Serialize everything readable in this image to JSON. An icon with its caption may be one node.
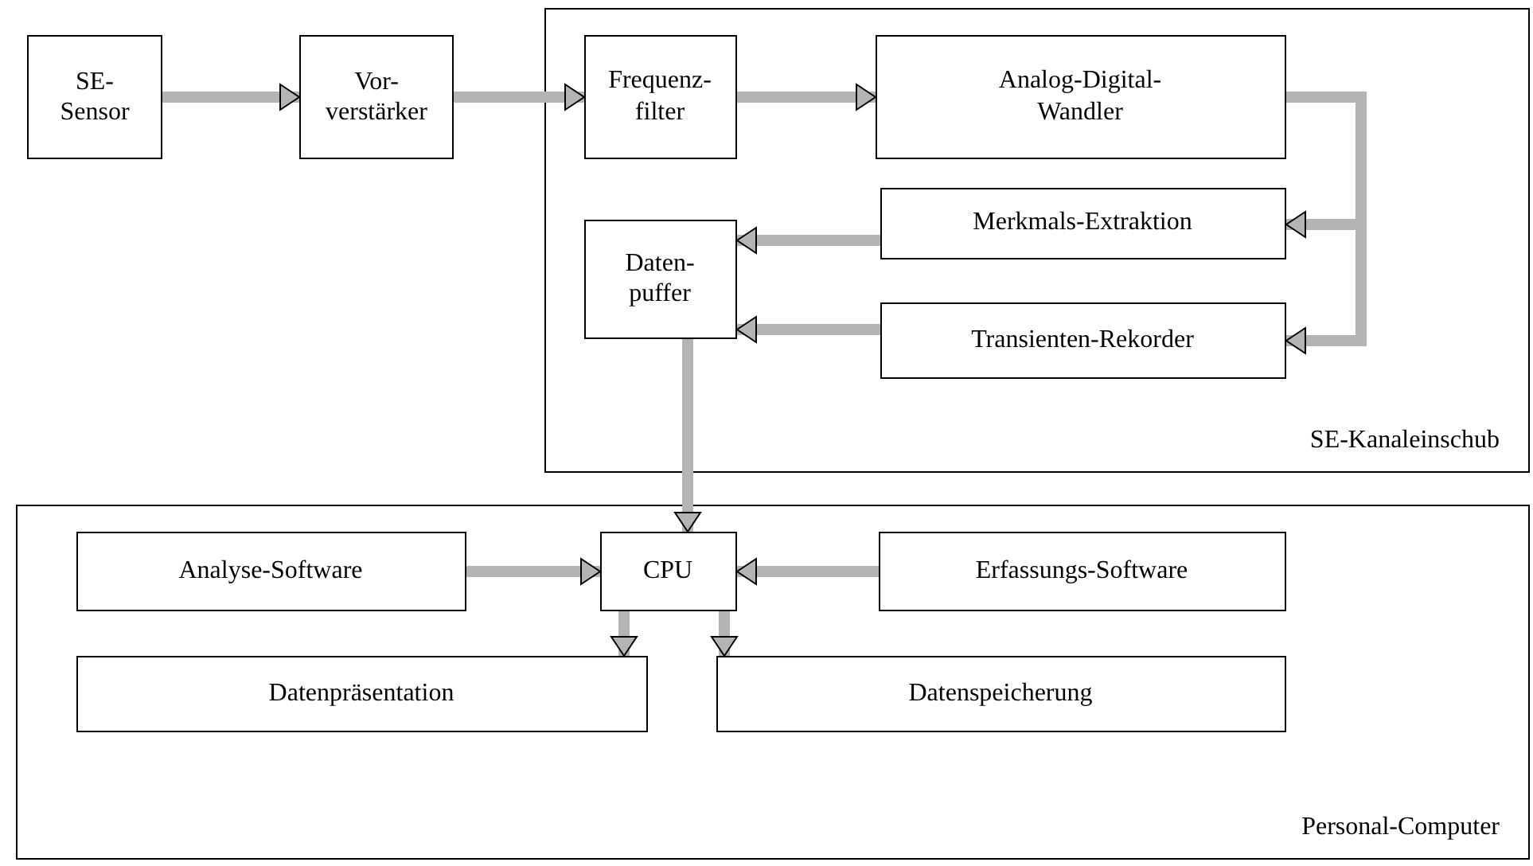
{
  "diagram": {
    "nodes": [
      {
        "text": [
          "SE- Sensor"
        ]
      },
      {
        "text": [
          "Vor- verstärker"
        ]
      },
      {
        "text": [
          "SE-Kanaleinschub"
        ]
      },
      {
        "text": [
          "Frequenz- filter"
        ],
        "in": 2
      },
      {
        "text": [
          "Analog-Digital- Wandler"
        ],
        "in": 2
      },
      {
        "text": [
          "Merkmals-Extraktion"
        ],
        "in": 2
      },
      {
        "text": [
          "Daten- puffer"
        ],
        "in": 2
      },
      {
        "text": [
          "Transienten-Rekorder"
        ],
        "in": 2
      },
      {
        "text": [
          "Personal-Computer"
        ]
      },
      {
        "text": [
          "Analyse-Software"
        ],
        "in": 8
      },
      {
        "text": [
          "CPU"
        ],
        "in": 8
      },
      {
        "text": [
          "Erfassungs-Software"
        ],
        "in": 8
      },
      {
        "text": [
          "Datenpräsentation"
        ],
        "in": 8
      },
      {
        "text": [
          "Datenspeicherung"
        ],
        "in": 8
      }
    ],
    "edges": [
      {
        "from": 0,
        "to": 1,
        "arrow": "to"
      },
      {
        "from": 1,
        "to": 3,
        "arrow": "to"
      },
      {
        "from": 3,
        "to": 4,
        "arrow": "to"
      },
      {
        "from": 4,
        "to": 5,
        "arrow": "to"
      },
      {
        "from": 4,
        "to": 7,
        "arrow": "to"
      },
      {
        "from": 5,
        "to": 6,
        "arrow": "to"
      },
      {
        "from": 7,
        "to": 6,
        "arrow": "to"
      },
      {
        "from": 6,
        "to": 10,
        "arrow": "to"
      },
      {
        "from": 9,
        "to": 10,
        "arrow": "to"
      },
      {
        "from": 11,
        "to": 10,
        "arrow": "to"
      },
      {
        "from": 10,
        "to": 12,
        "arrow": "to"
      },
      {
        "from": 10,
        "to": 13,
        "arrow": "to"
      }
    ]
  }
}
